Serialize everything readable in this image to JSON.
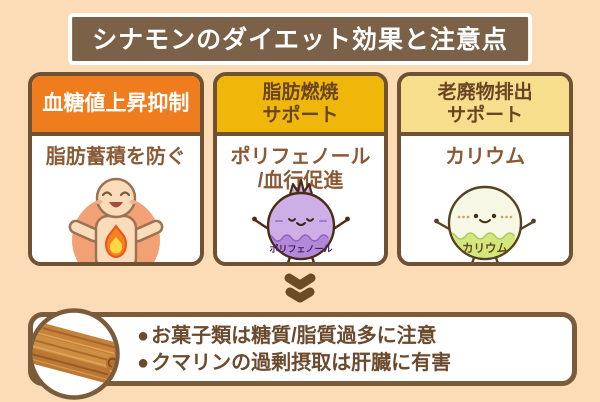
{
  "title": "シナモンのダイエット効果と注意点",
  "colors": {
    "bg": "#FBDCB7",
    "banner_bg": "#7A6148",
    "banner_text": "#FFFFFF",
    "card_border": "#6F5233",
    "card1_header_bg": "#EF7D1E",
    "card2_header_bg": "#F0B70B",
    "card3_header_bg": "#F6DE8D",
    "header_text_brown": "#6B4423",
    "body_text": "#8A5A36",
    "note_border": "#7A5B3A",
    "note_text": "#6B4A2D",
    "chevron": "#6B4A26"
  },
  "cards": [
    {
      "header": "血糖値上昇抑制",
      "body": "脂肪蓄積を防ぐ",
      "illustration": "fat-burn-person"
    },
    {
      "header": "脂肪燃焼\nサポート",
      "body": "ポリフェノール\n/血行促進",
      "illustration": "polyphenol-character",
      "character_label": "ポリフェノール"
    },
    {
      "header": "老廃物排出\nサポート",
      "body": "カリウム",
      "illustration": "potassium-character",
      "character_label": "カリウム"
    }
  ],
  "transition": {
    "icon": "double-chevron-down"
  },
  "notes": {
    "image": "cinnamon-sticks-photo",
    "items": [
      {
        "marker": "●",
        "text": "お菓子類は糖質/脂質過多に注意"
      },
      {
        "marker": "●",
        "text": "クマリンの過剰摂取は肝臓に有害"
      }
    ]
  }
}
